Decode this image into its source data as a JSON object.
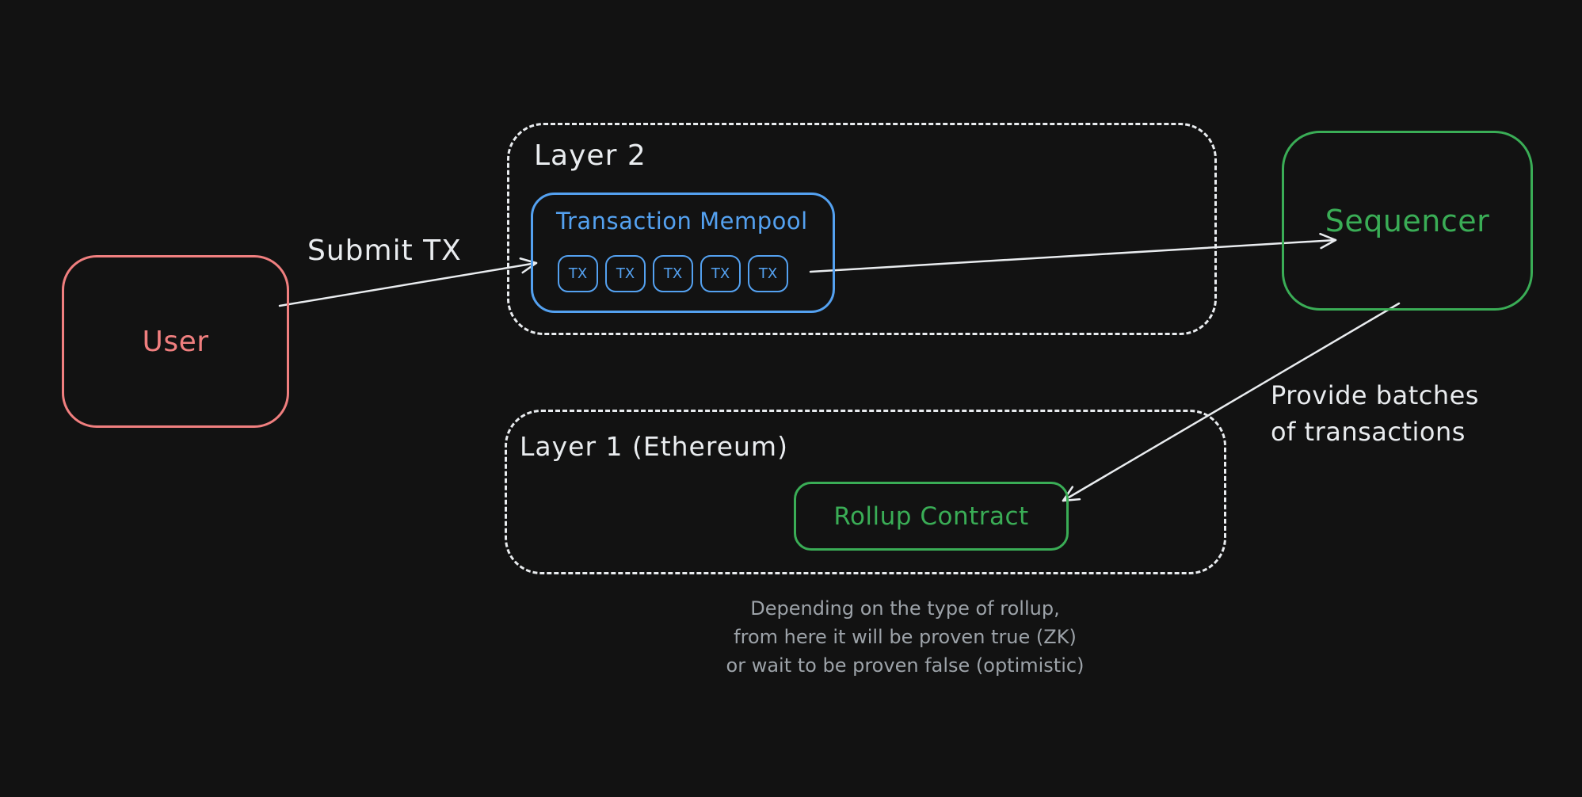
{
  "colors": {
    "bg": "#121212",
    "red": "#f07f7f",
    "blue": "#54a1f0",
    "green": "#3aad56",
    "white": "#e9ecef",
    "gray": "#9da3a9"
  },
  "nodes": {
    "user": {
      "label": "User"
    },
    "layer2": {
      "label": "Layer 2"
    },
    "mempool": {
      "label": "Transaction Mempool",
      "tx_items": [
        "TX",
        "TX",
        "TX",
        "TX",
        "TX"
      ]
    },
    "sequencer": {
      "label": "Sequencer"
    },
    "layer1": {
      "label": "Layer 1 (Ethereum)"
    },
    "rollup_contract": {
      "label": "Rollup Contract"
    }
  },
  "edges": {
    "submit_tx": {
      "label": "Submit TX"
    },
    "provide_batches": {
      "lines": [
        "Provide batches",
        "of transactions"
      ]
    }
  },
  "caption": {
    "lines": [
      "Depending on the type of rollup,",
      "from here it will be proven true (ZK)",
      "or wait to be proven false (optimistic)"
    ]
  }
}
